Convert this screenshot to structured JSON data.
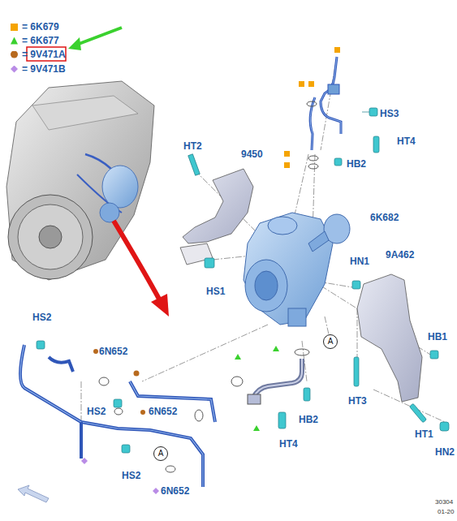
{
  "diagram": {
    "nodes": [
      {
        "text": [
          "A"
        ]
      },
      {
        "text": [
          "A"
        ]
      }
    ],
    "labels": [
      "HS3",
      "HT4",
      "HT2",
      "9450",
      "HB2",
      "6K682",
      "HN1",
      "9A462",
      "HS1",
      "HB1",
      "HS2",
      "6N652",
      "HS2",
      "6N652",
      "HS2",
      "6N652",
      "HB2",
      "HT4",
      "HT3",
      "HT1",
      "HN2",
      "30304",
      "01-20"
    ],
    "legend": [
      {
        "text": "= 6K679",
        "color": "#f5a400"
      },
      {
        "text": "= 6K677",
        "color": "#3ad12e"
      },
      {
        "text": "= 9V471A",
        "color": "#b86a1e"
      },
      {
        "text": "= 9V471B",
        "color": "#b98ce6"
      }
    ]
  }
}
